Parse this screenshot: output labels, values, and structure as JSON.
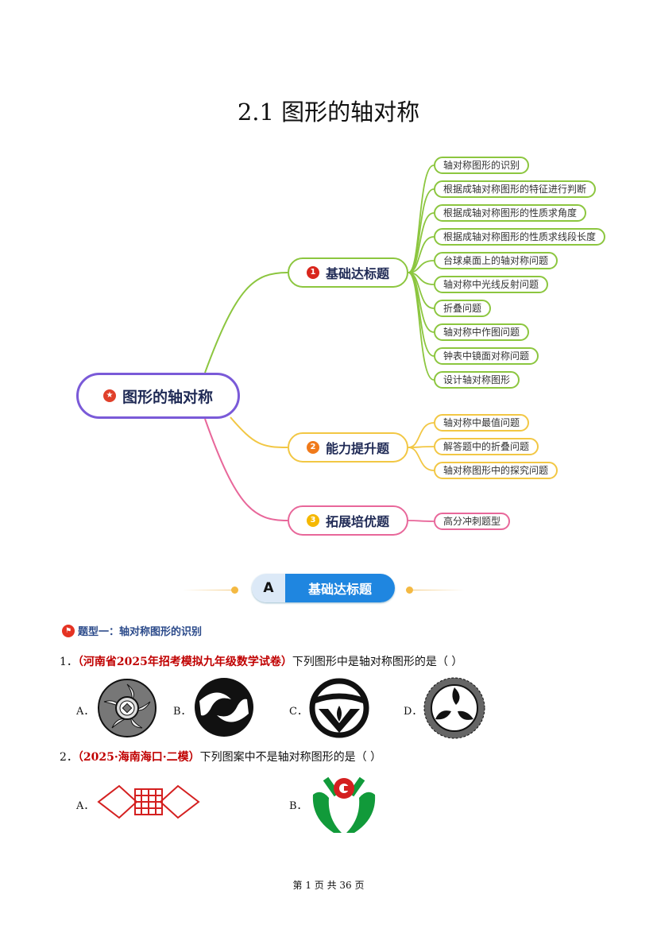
{
  "title": "2.1  图形的轴对称",
  "mindmap": {
    "root": "图形的轴对称",
    "branches": [
      {
        "num": "1",
        "label": "基础达标题",
        "color": "#8cc63f",
        "dot": "#d9261c",
        "leaves": [
          "轴对称图形的识别",
          "根据成轴对称图形的特征进行判断",
          "根据成轴对称图形的性质求角度",
          "根据成轴对称图形的性质求线段长度",
          "台球桌面上的轴对称问题",
          "轴对称中光线反射问题",
          "折叠问题",
          "轴对称中作图问题",
          "钟表中镜面对称问题",
          "设计轴对称图形"
        ]
      },
      {
        "num": "2",
        "label": "能力提升题",
        "color": "#f2c744",
        "dot": "#f07a1a",
        "leaves": [
          "轴对称中最值问题",
          "解答题中的折叠问题",
          "轴对称图形中的探究问题"
        ]
      },
      {
        "num": "3",
        "label": "拓展培优题",
        "color": "#e8679a",
        "dot": "#f5b800",
        "leaves": [
          "高分冲刺题型"
        ]
      }
    ]
  },
  "section": {
    "letter": "A",
    "label": "基础达标题"
  },
  "topic": "题型一：轴对称图形的识别",
  "questions": [
    {
      "num": "1．",
      "source": "（河南省2025年招考模拟九年级数学试卷）",
      "text": "下列图形中是轴对称图形的是（    ）",
      "options": [
        "A．",
        "B．",
        "C．",
        "D．"
      ]
    },
    {
      "num": "2．",
      "source": "（2025·海南海口·二模）",
      "text": "下列图案中不是轴对称图形的是（    ）",
      "options": [
        "A．",
        "B．"
      ]
    }
  ],
  "footer": "第 1 页 共 36 页"
}
